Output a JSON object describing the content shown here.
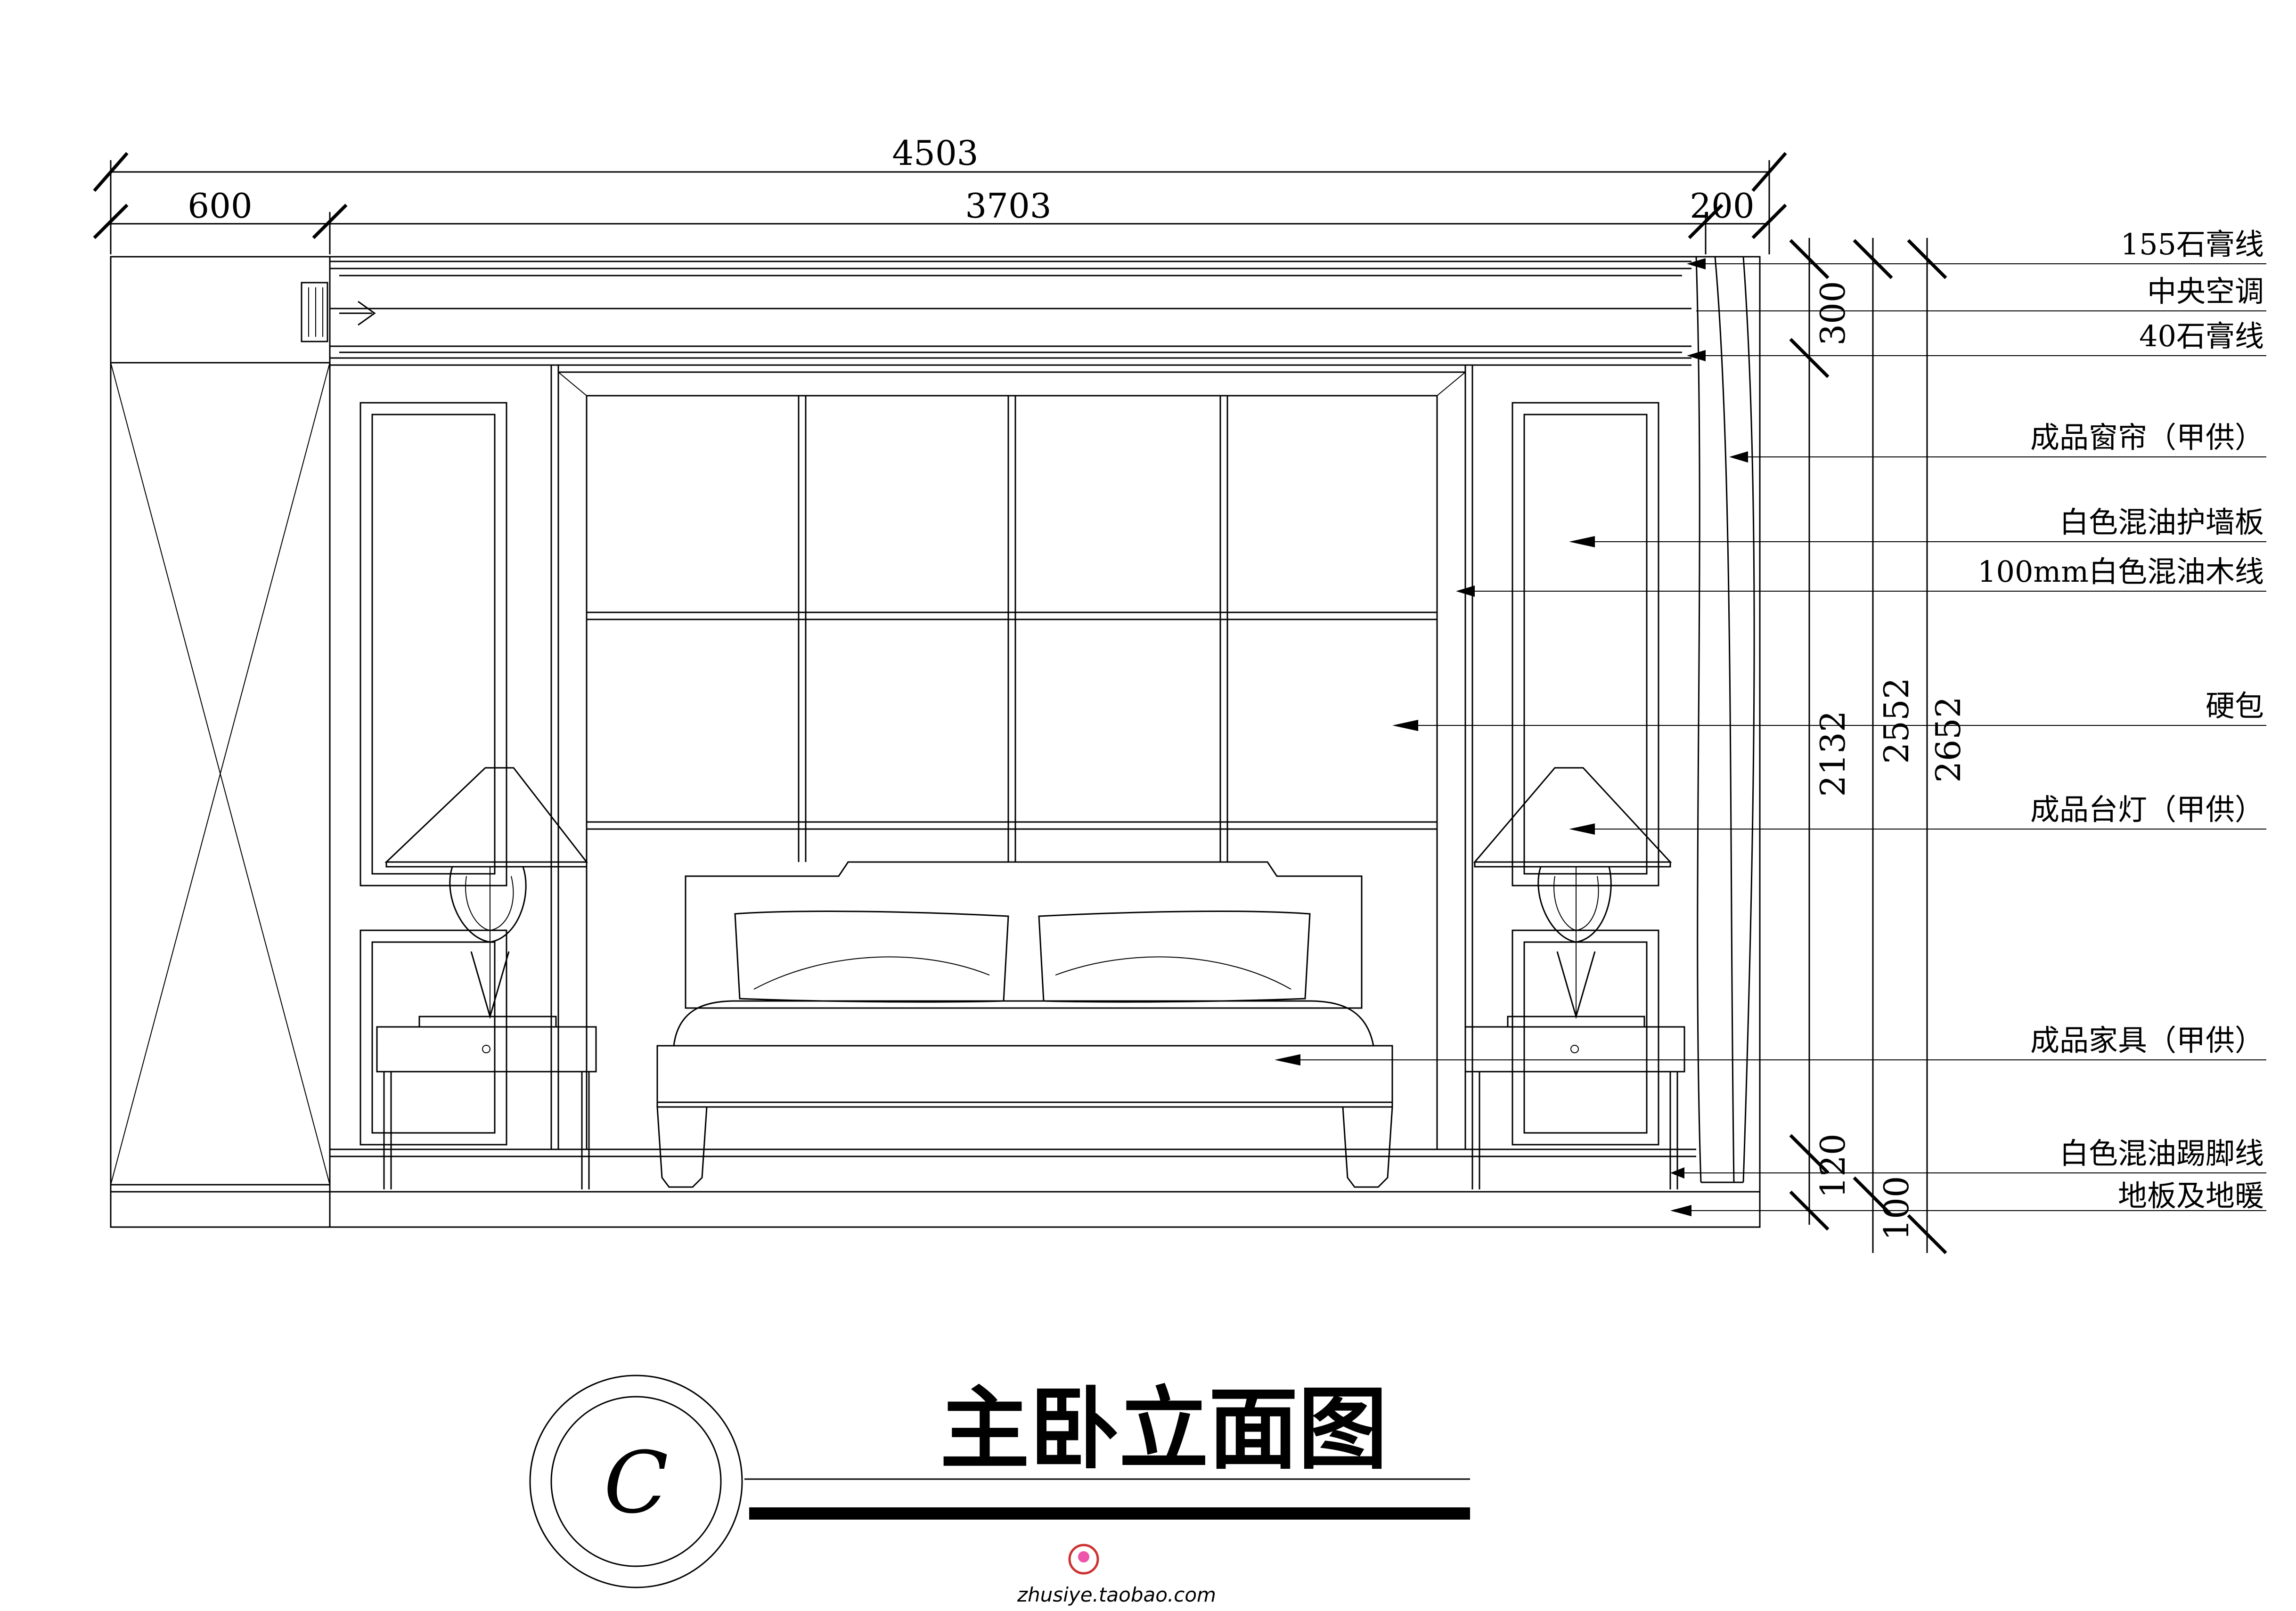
{
  "dimensions": {
    "total_width": "4503",
    "left_width": "600",
    "center_width": "3703",
    "right_width": "200",
    "height_300": "300",
    "height_2132": "2132",
    "height_2552": "2552",
    "height_2652": "2652",
    "height_120": "120",
    "height_100": "100"
  },
  "annotations": [
    "155石膏线",
    "中央空调",
    "40石膏线",
    "成品窗帘（甲供）",
    "白色混油护墙板",
    "100mm白色混油木线",
    "硬包",
    "成品台灯（甲供）",
    "成品家具（甲供）",
    "白色混油踢脚线",
    "地板及地暖"
  ],
  "title": {
    "text": "主卧立面图",
    "section_label": "C"
  },
  "watermark": "zhusiye.taobao.com",
  "colors": {
    "line": "#000000",
    "background": "#ffffff"
  }
}
